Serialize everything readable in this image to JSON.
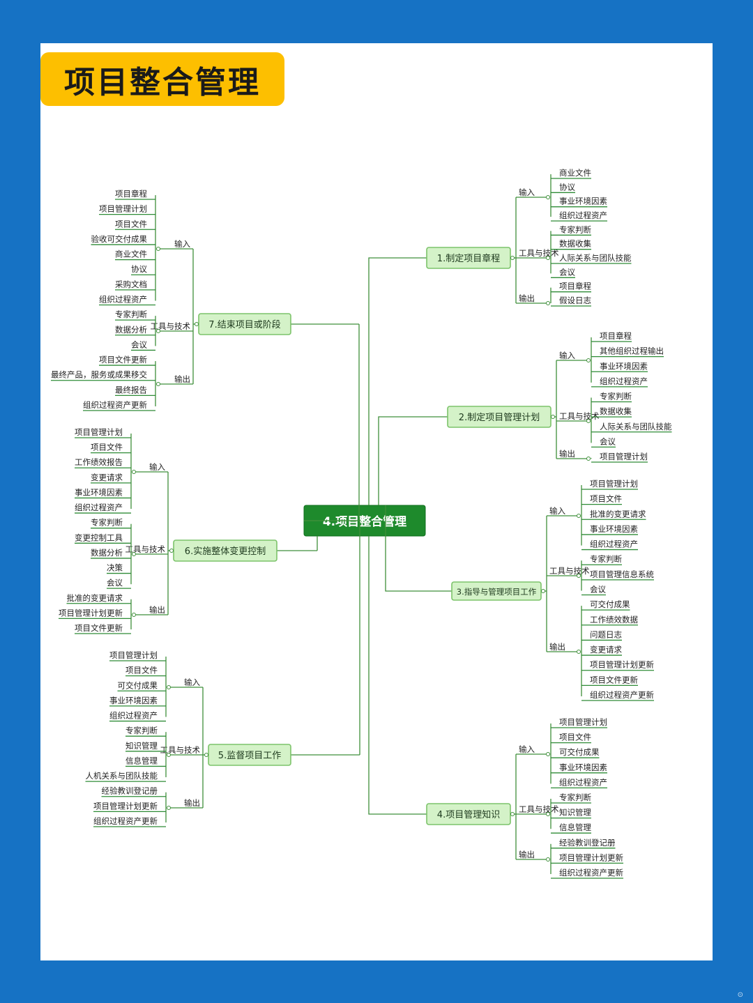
{
  "title": "项目整合管理",
  "root": "4.项目整合管理",
  "branches": [
    {
      "label": "1.制定项目章程",
      "groups": [
        {
          "label": "输入",
          "items": [
            "商业文件",
            "协议",
            "事业环境因素",
            "组织过程资产"
          ]
        },
        {
          "label": "工具与技术",
          "items": [
            "专家判断",
            "数据收集",
            "人际关系与团队技能",
            "会议"
          ]
        },
        {
          "label": "输出",
          "items": [
            "项目章程",
            "假设日志"
          ]
        }
      ]
    },
    {
      "label": "2.制定项目管理计划",
      "groups": [
        {
          "label": "输入",
          "items": [
            "项目章程",
            "其他组织过程输出",
            "事业环境因素",
            "组织过程资产"
          ]
        },
        {
          "label": "工具与技术",
          "items": [
            "专家判断",
            "数据收集",
            "人际关系与团队技能",
            "会议"
          ]
        },
        {
          "label": "输出",
          "items": [
            "项目管理计划"
          ]
        }
      ]
    },
    {
      "label": "3.指导与管理项目工作",
      "groups": [
        {
          "label": "输入",
          "items": [
            "项目管理计划",
            "项目文件",
            "批准的变更请求",
            "事业环境因素",
            "组织过程资产"
          ]
        },
        {
          "label": "工具与技术",
          "items": [
            "专家判断",
            "项目管理信息系统",
            "会议"
          ]
        },
        {
          "label": "输出",
          "items": [
            "可交付成果",
            "工作绩效数据",
            "问题日志",
            "变更请求",
            "项目管理计划更新",
            "项目文件更新",
            "组织过程资产更新"
          ]
        }
      ]
    },
    {
      "label": "4.项目管理知识",
      "groups": [
        {
          "label": "输入",
          "items": [
            "项目管理计划",
            "项目文件",
            "可交付成果",
            "事业环境因素",
            "组织过程资产"
          ]
        },
        {
          "label": "工具与技术",
          "items": [
            "专家判断",
            "知识管理",
            "信息管理"
          ]
        },
        {
          "label": "输出",
          "items": [
            "经验教训登记册",
            "项目管理计划更新",
            "组织过程资产更新"
          ]
        }
      ]
    },
    {
      "label": "5.监督项目工作",
      "groups": [
        {
          "label": "输入",
          "items": [
            "项目管理计划",
            "项目文件",
            "可交付成果",
            "事业环境因素",
            "组织过程资产"
          ]
        },
        {
          "label": "工具与技术",
          "items": [
            "专家判断",
            "知识管理",
            "信息管理",
            "人机关系与团队技能"
          ]
        },
        {
          "label": "输出",
          "items": [
            "经验教训登记册",
            "项目管理计划更新",
            "组织过程资产更新"
          ]
        }
      ]
    },
    {
      "label": "6.实施整体变更控制",
      "groups": [
        {
          "label": "输入",
          "items": [
            "项目管理计划",
            "项目文件",
            "工作绩效报告",
            "变更请求",
            "事业环境因素",
            "组织过程资产"
          ]
        },
        {
          "label": "工具与技术",
          "items": [
            "专家判断",
            "变更控制工具",
            "数据分析",
            "决策",
            "会议"
          ]
        },
        {
          "label": "输出",
          "items": [
            "批准的变更请求",
            "项目管理计划更新",
            "项目文件更新"
          ]
        }
      ]
    },
    {
      "label": "7.结束项目或阶段",
      "groups": [
        {
          "label": "输入",
          "items": [
            "项目章程",
            "项目管理计划",
            "项目文件",
            "验收可交付成果",
            "商业文件",
            "协议",
            "采购文档",
            "组织过程资产"
          ]
        },
        {
          "label": "工具与技术",
          "items": [
            "专家判断",
            "数据分析",
            "会议"
          ]
        },
        {
          "label": "输出",
          "items": [
            "项目文件更新",
            "最终产品，服务或成果移交",
            "最终报告",
            "组织过程资产更新"
          ]
        }
      ]
    }
  ],
  "colors": {
    "background": "#1672c4",
    "title_bg": "#fdbf00",
    "root_bg": "#1e8a2c",
    "branch_bg": "#d4f2c8",
    "line": "#3f8f3a"
  }
}
